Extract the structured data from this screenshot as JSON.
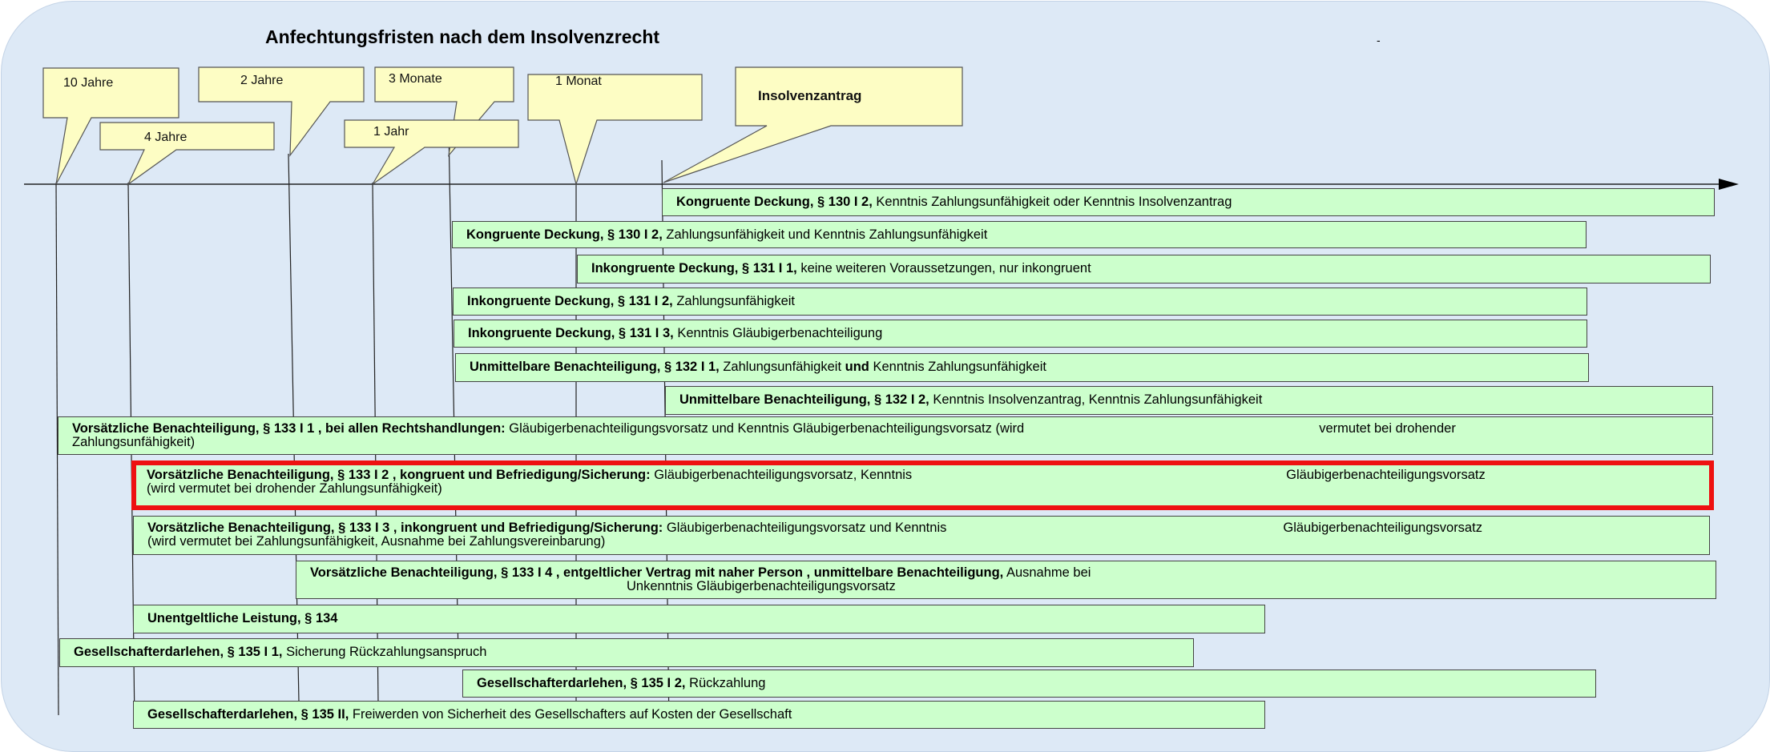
{
  "title": "Anfechtungsfristen nach dem Insolvenzrecht",
  "dash": "-",
  "callouts": [
    {
      "label": "10 Jahre"
    },
    {
      "label": "4 Jahre"
    },
    {
      "label": "2 Jahre"
    },
    {
      "label": "1 Jahr"
    },
    {
      "label": "3 Monate"
    },
    {
      "label": "1 Monat"
    },
    {
      "label": "Insolvenzantrag"
    }
  ],
  "bars": [
    {
      "bold": "Kongruente Deckung, § 130 I 2,",
      "text": " Kenntnis Zahlungsunfähigkeit oder Kenntnis Insolvenzantrag"
    },
    {
      "bold": "Kongruente Deckung, § 130 I 2,",
      "text": " Zahlungsunfähigkeit und Kenntnis Zahlungsunfähigkeit"
    },
    {
      "bold": "Inkongruente Deckung, § 131 I 1,",
      "text": " keine weiteren Voraussetzungen, nur inkongruent"
    },
    {
      "bold": "Inkongruente Deckung, § 131 I 2,",
      "text": " Zahlungsunfähigkeit"
    },
    {
      "bold": "Inkongruente Deckung, § 131 I 3,",
      "text": " Kenntnis Gläubigerbenachteiligung"
    },
    {
      "bold": "Unmittelbare Benachteiligung, § 132 I 1,",
      "text": " Zahlungsunfähigkeit ",
      "bold2": "und",
      "text2": " Kenntnis Zahlungsunfähigkeit"
    },
    {
      "bold": "Unmittelbare Benachteiligung, § 132 I 2,",
      "text": " Kenntnis Insolvenzantrag, Kenntnis Zahlungsunfähigkeit"
    },
    {
      "bold": "Vorsätzliche Benachteiligung, § 133 I 1 , bei allen Rechtshandlungen:",
      "text": " Gläubigerbenachteiligungsvorsatz und Kenntnis Gläubigerbenachteiligungsvorsatz (wird",
      "tail": "vermutet bei drohender",
      "line2": "Zahlungsunfähigkeit)"
    },
    {
      "bold": "Vorsätzliche Benachteiligung, § 133 I 2 , kongruent und Befriedigung/Sicherung:",
      "text": " Gläubigerbenachteiligungsvorsatz, Kenntnis",
      "tail": "Gläubigerbenachteiligungsvorsatz",
      "line2": "(wird vermutet bei drohender Zahlungsunfähigkeit)"
    },
    {
      "bold": "Vorsätzliche Benachteiligung, § 133 I 3 , inkongruent und Befriedigung/Sicherung:",
      "text": " Gläubigerbenachteiligungsvorsatz und Kenntnis",
      "tail": "Gläubigerbenachteiligungsvorsatz",
      "line2": "(wird vermutet bei Zahlungsunfähigkeit, Ausnahme bei Zahlungsvereinbarung)"
    },
    {
      "bold": "Vorsätzliche Benachteiligung, § 133 I 4 , entgeltlicher Vertrag mit naher Person , unmittelbare Benachteiligung,",
      "text": " Ausnahme bei",
      "line2": "Unkenntnis Gläubigerbenachteiligungsvorsatz"
    },
    {
      "bold": "Unentgeltliche Leistung, § 134",
      "text": ""
    },
    {
      "bold": "Gesellschafterdarlehen, § 135 I 1,",
      "text": " Sicherung Rückzahlungsanspruch"
    },
    {
      "bold": "Gesellschafterdarlehen, § 135 I 2,",
      "text": " Rückzahlung"
    },
    {
      "bold": "Gesellschafterdarlehen, § 135 II,",
      "text": " Freiwerden von Sicherheit des Gesellschafters auf Kosten der Gesellschaft"
    }
  ]
}
